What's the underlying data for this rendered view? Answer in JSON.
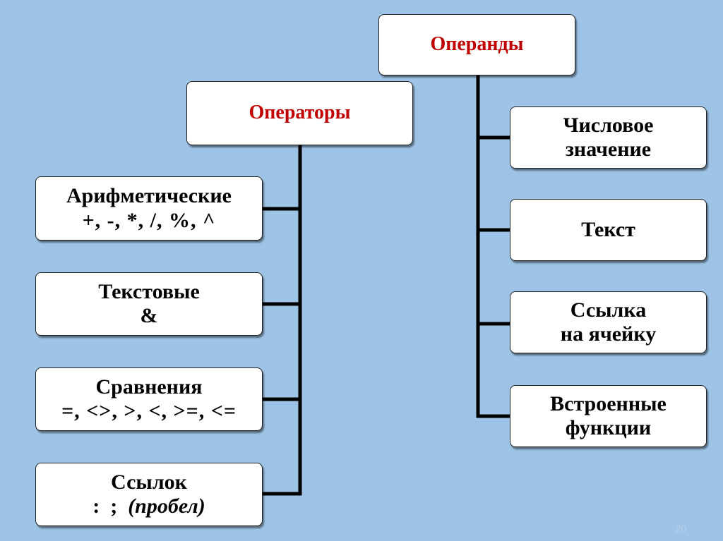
{
  "colors": {
    "background": "#9dc3e6",
    "heading_text": "#c00000",
    "box_fill": "#ffffff",
    "connector": "#000000"
  },
  "operands": {
    "title": "Операнды",
    "items": [
      {
        "line1": "Числовое",
        "line2": "значение"
      },
      {
        "line1": "Текст"
      },
      {
        "line1": "Ссылка",
        "line2": "на ячейку"
      },
      {
        "line1": "Встроенные",
        "line2": "функции"
      }
    ]
  },
  "operators": {
    "title": "Операторы",
    "items": [
      {
        "line1": "Арифметические",
        "line2": "+,  -,  *,  /,  %, ^"
      },
      {
        "line1": "Текстовые",
        "line2": "&"
      },
      {
        "line1": "Сравнения",
        "line2": "=, <>, >, <, >=, <="
      },
      {
        "line1": "Ссылок",
        "line2_a": ":  ;  ",
        "line2_b": "(пробел)"
      }
    ]
  },
  "page_number": "20"
}
